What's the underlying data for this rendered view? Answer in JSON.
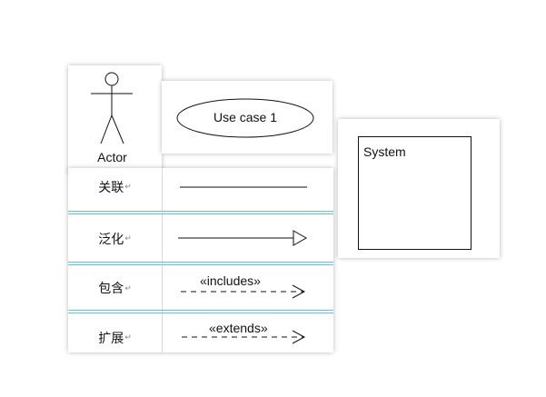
{
  "actor": {
    "label": "Actor"
  },
  "use_case": {
    "label": "Use case 1"
  },
  "system": {
    "label": "System"
  },
  "rows": [
    {
      "label": "关联",
      "mark": "↵"
    },
    {
      "label": "泛化",
      "mark": "↵"
    },
    {
      "label": "包含",
      "mark": "↵",
      "stereotype": "«includes»"
    },
    {
      "label": "扩展",
      "mark": "↵",
      "stereotype": "«extends»"
    }
  ],
  "colors": {
    "divider": "#5bc6d6",
    "stroke": "#111111"
  }
}
